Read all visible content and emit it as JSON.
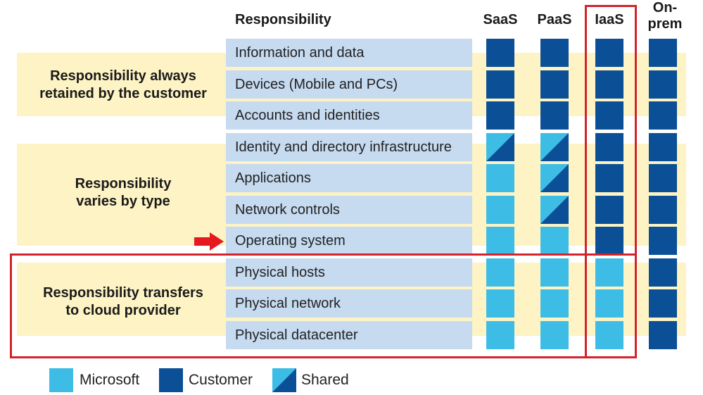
{
  "header": {
    "responsibility": "Responsibility",
    "columns": [
      "SaaS",
      "PaaS",
      "IaaS",
      "On-\nprem"
    ]
  },
  "groups": [
    {
      "label": "Responsibility always\nretained by the customer"
    },
    {
      "label": "Responsibility\nvaries by type"
    },
    {
      "label": "Responsibility transfers\nto cloud provider"
    }
  ],
  "rows": [
    {
      "label": "Information and data",
      "cells": [
        "customer",
        "customer",
        "customer",
        "customer"
      ]
    },
    {
      "label": "Devices (Mobile and PCs)",
      "cells": [
        "customer",
        "customer",
        "customer",
        "customer"
      ]
    },
    {
      "label": "Accounts and identities",
      "cells": [
        "customer",
        "customer",
        "customer",
        "customer"
      ]
    },
    {
      "label": "Identity and directory infrastructure",
      "cells": [
        "shared",
        "shared",
        "customer",
        "customer"
      ]
    },
    {
      "label": "Applications",
      "cells": [
        "microsoft",
        "shared",
        "customer",
        "customer"
      ]
    },
    {
      "label": "Network controls",
      "cells": [
        "microsoft",
        "shared",
        "customer",
        "customer"
      ]
    },
    {
      "label": "Operating system",
      "cells": [
        "microsoft",
        "microsoft",
        "customer",
        "customer"
      ]
    },
    {
      "label": "Physical hosts",
      "cells": [
        "microsoft",
        "microsoft",
        "microsoft",
        "customer"
      ]
    },
    {
      "label": "Physical network",
      "cells": [
        "microsoft",
        "microsoft",
        "microsoft",
        "customer"
      ]
    },
    {
      "label": "Physical datacenter",
      "cells": [
        "microsoft",
        "microsoft",
        "microsoft",
        "customer"
      ]
    }
  ],
  "legend": {
    "microsoft": "Microsoft",
    "customer": "Customer",
    "shared": "Shared"
  },
  "colors": {
    "customer": "#0b4f96",
    "microsoft": "#3dbde6",
    "highlight": "#d2232a",
    "band": "#fdf3c4",
    "row": "#c6daf0"
  }
}
